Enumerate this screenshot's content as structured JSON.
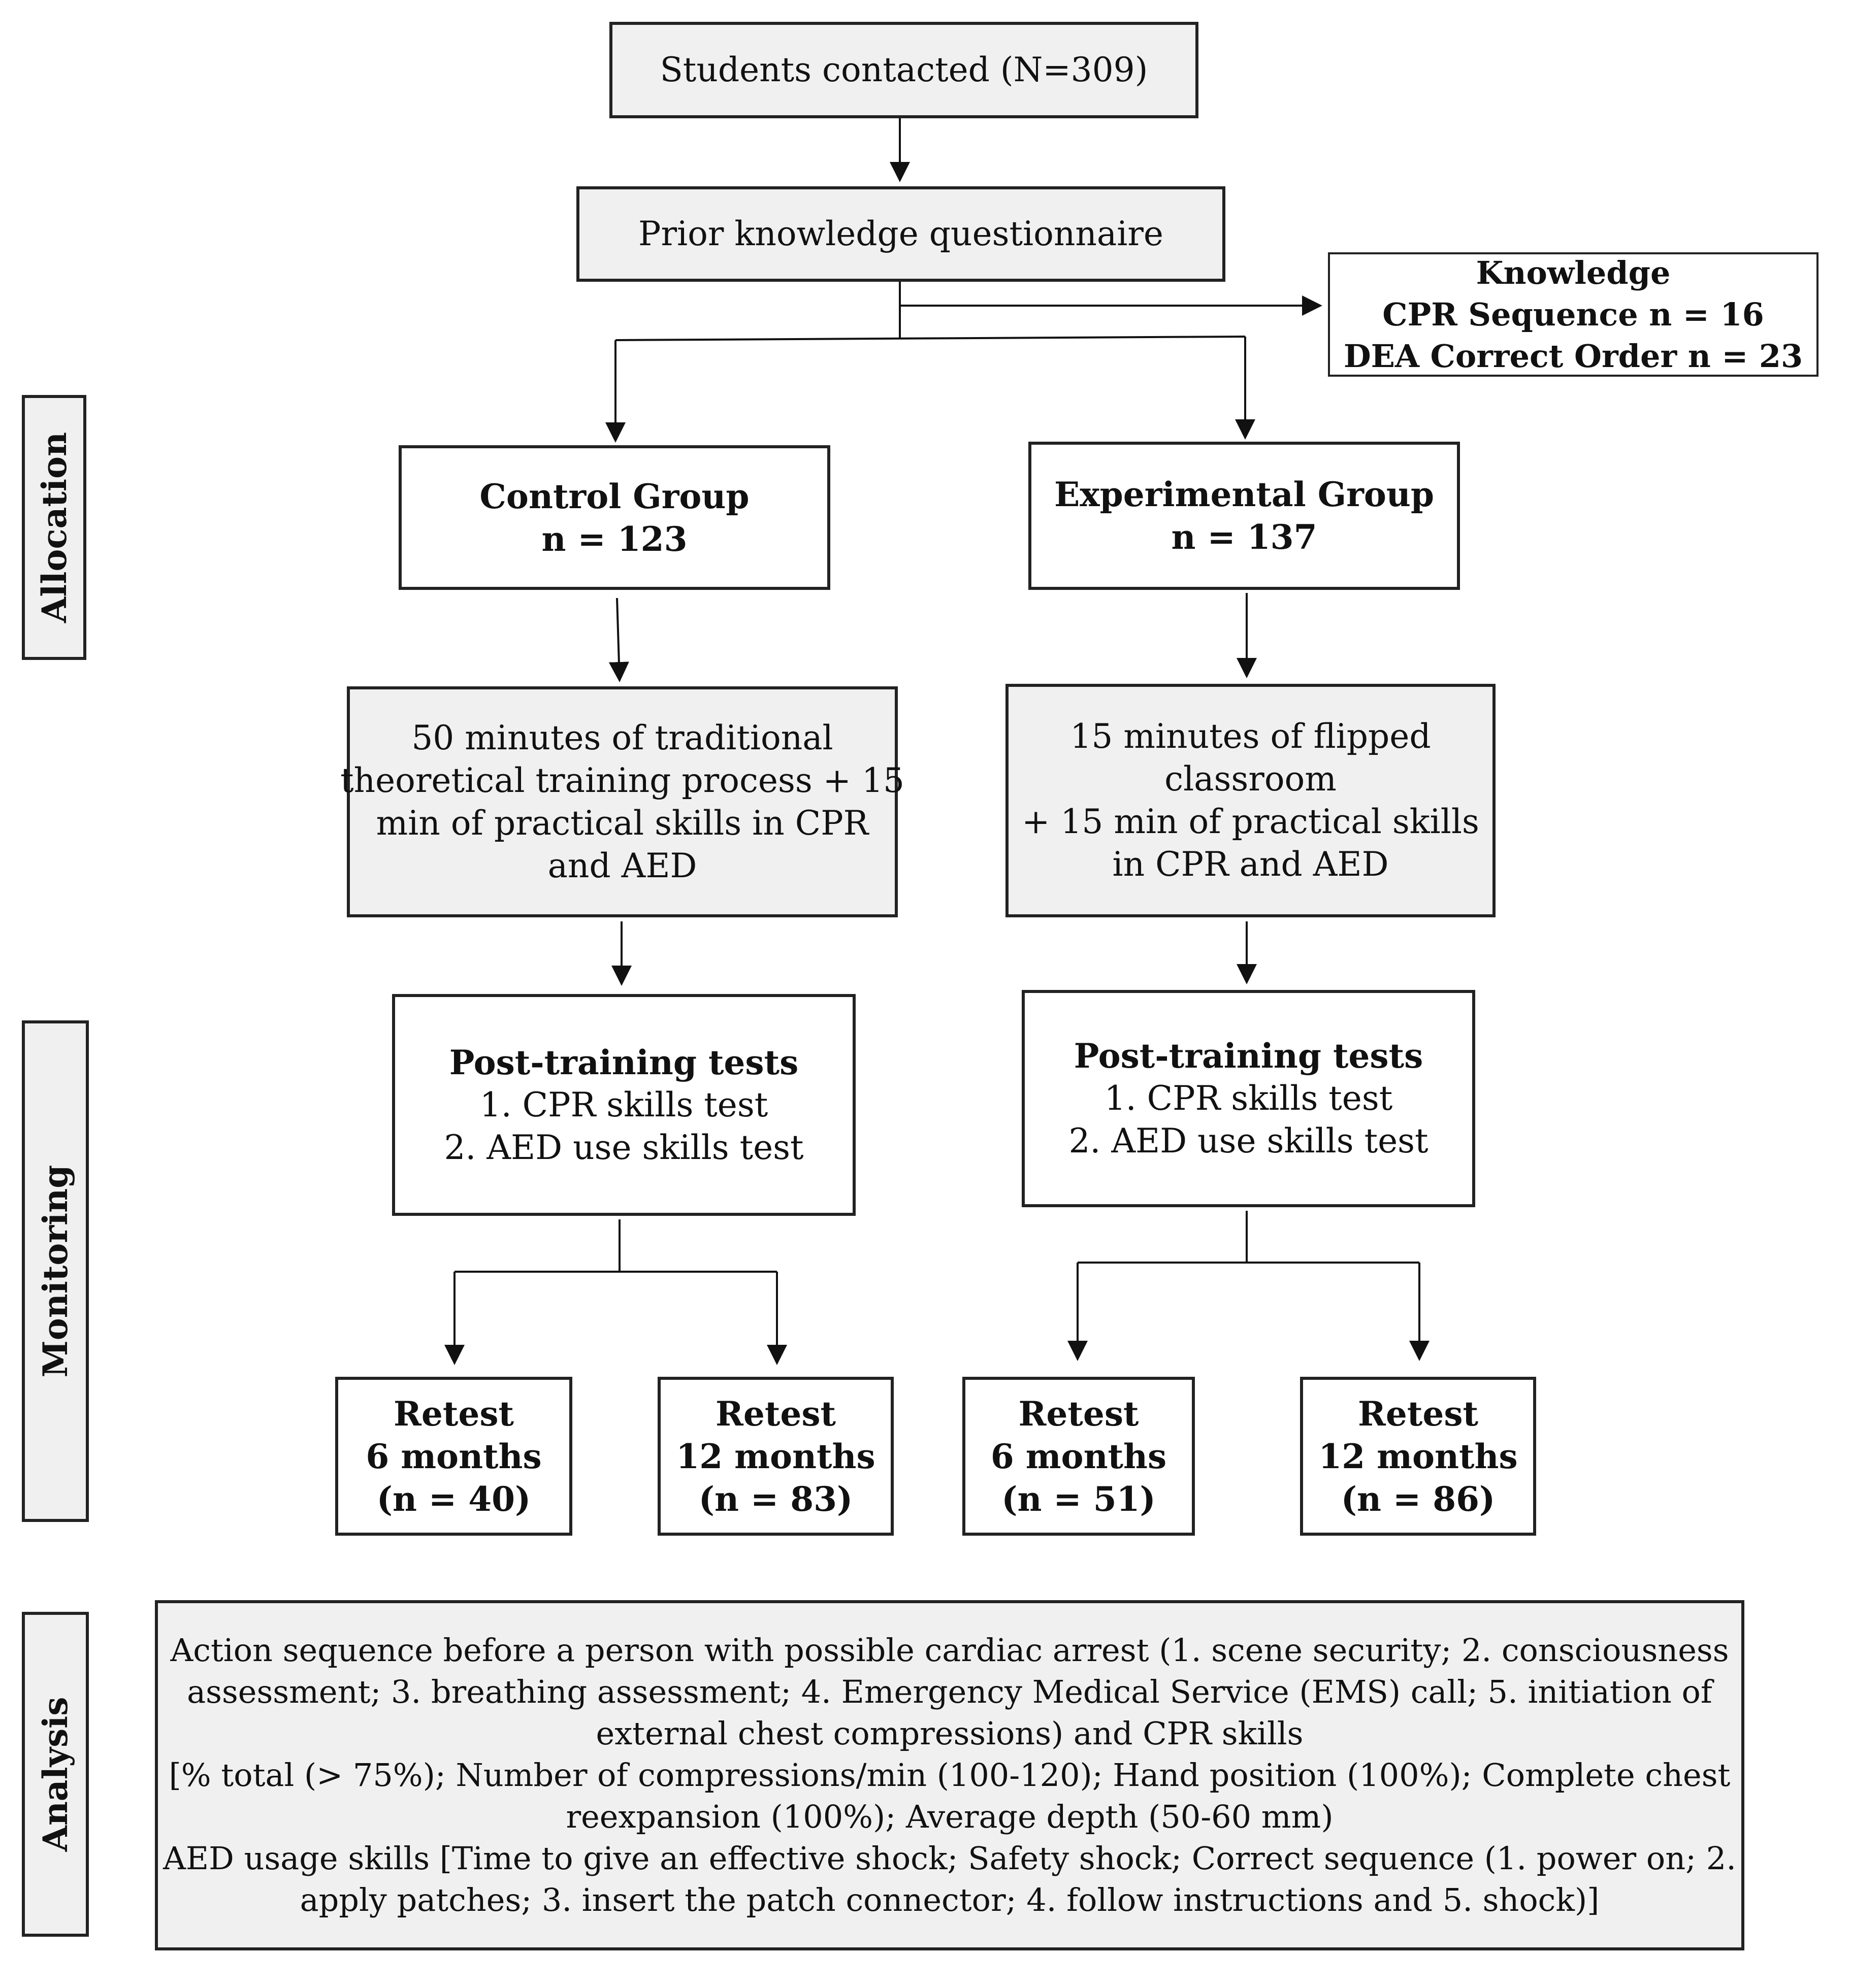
{
  "students": {
    "label": "Students contacted  (N=309)"
  },
  "questionnaire": {
    "label": "Prior knowledge questionnaire"
  },
  "knowledge": {
    "title": "Knowledge",
    "line1": "CPR Sequence  n = 16",
    "line2": "DEA Correct Order n = 23"
  },
  "stages": {
    "allocation": "Allocation",
    "monitoring": "Monitoring",
    "analysis": "Analysis"
  },
  "control": {
    "title": "Control Group",
    "n": "n = 123",
    "training": [
      "50 minutes of traditional",
      "theoretical training process + 15",
      "min of practical skills in CPR",
      "and AED"
    ],
    "tests_title": "Post-training  tests",
    "test1": "1. CPR skills test",
    "test2": "2. AED use skills test",
    "retest6": {
      "title": "Retest",
      "period": "6 months",
      "n": "(n = 40)"
    },
    "retest12": {
      "title": "Retest",
      "period": "12 months",
      "n": "(n = 83)"
    }
  },
  "experimental": {
    "title": "Experimental  Group",
    "n": "n = 137",
    "training": [
      "15 minutes of flipped",
      "classroom",
      "+ 15 min of practical skills",
      "in CPR and AED"
    ],
    "tests_title": "Post-training  tests",
    "test1": "1. CPR skills test",
    "test2": "2. AED use skills test",
    "retest6": {
      "title": "Retest",
      "period": "6 months",
      "n": "(n = 51)"
    },
    "retest12": {
      "title": "Retest",
      "period": "12 months",
      "n": "(n = 86)"
    }
  },
  "analysis_text": [
    "Action sequence before a person with possible cardiac arrest (1. scene security; 2. consciousness",
    "assessment; 3. breathing assessment; 4. Emergency Medical Service (EMS)  call; 5. initiation of",
    "external chest compressions)  and CPR skills",
    "[% total  (> 75%); Number of compressions/min  (100-120); Hand position (100%); Complete chest",
    "reexpansion (100%);  Average depth (50-60 mm)",
    "AED usage skills [Time to give an effective shock; Safety shock; Correct sequence (1. power on; 2.",
    "apply patches; 3. insert the patch  connector; 4. follow instructions  and 5. shock)]"
  ]
}
